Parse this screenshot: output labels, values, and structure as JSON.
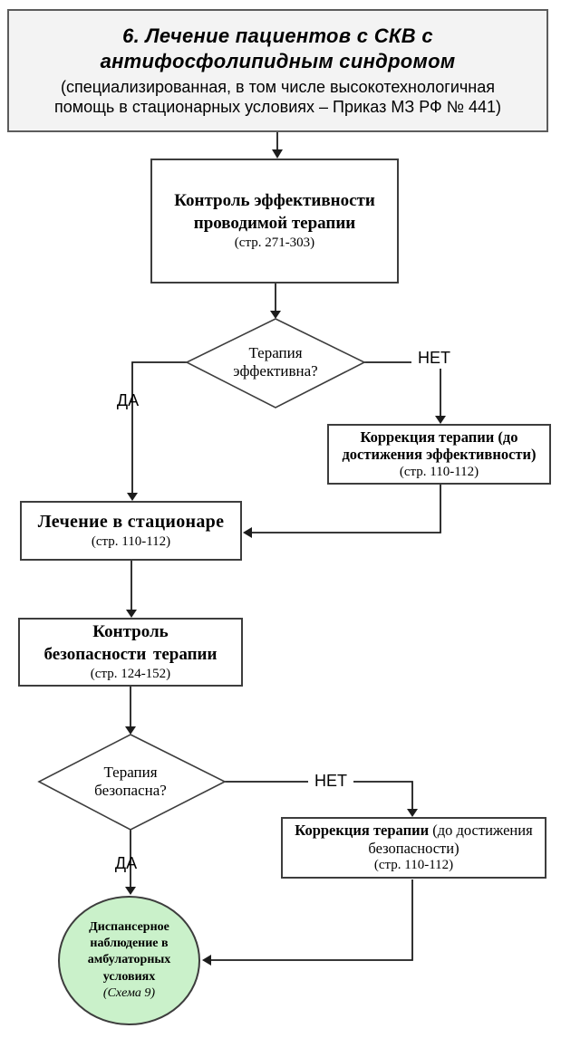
{
  "header": {
    "title_line1": "6. Лечение пациентов с СКВ с",
    "title_line2": "антифосфолипидным синдромом",
    "subtitle_line1": "(специализированная, в том числе высокотехнологичная",
    "subtitle_line2": "помощь в стационарных условиях – Приказ МЗ РФ № 441)"
  },
  "nodes": {
    "efficacy_control": {
      "line1": "Контроль эффективности",
      "line2": "проводимой терапии",
      "pages": "(стр. 271-303)"
    },
    "efficacy_question": {
      "line1": "Терапия",
      "line2": "эффективна?"
    },
    "efficacy_correction": {
      "title": "Коррекция терапии (до достижения эффективности)",
      "pages": "(стр. 110-112)"
    },
    "hospital": {
      "title": "Лечение в стационаре",
      "pages": "(стр. 110-112)"
    },
    "safety_control": {
      "line1": "Контроль",
      "line2": "безопасности терапии",
      "pages": "(стр. 124-152)"
    },
    "safety_question": {
      "line1": "Терапия",
      "line2": "безопасна?"
    },
    "safety_correction": {
      "title_bold": "Коррекция терапии",
      "title_rest": "(до достижения безопасности)",
      "pages": "(стр. 110-112)"
    },
    "dispensary": {
      "title": "Диспансерное наблюдение в амбулаторных условиях",
      "scheme": "(Схема 9)"
    }
  },
  "labels": {
    "yes_top": "ДА",
    "no_top": "НЕТ",
    "yes_bottom": "ДА",
    "no_bottom": "НЕТ"
  },
  "colors": {
    "terminal_fill": "#caf1ca",
    "header_fill": "#f3f3f3",
    "header_border": "#5c5c5c",
    "node_border": "#3d3d3d",
    "connector": "#1c1c1c",
    "node_fill": "#ffffff"
  }
}
